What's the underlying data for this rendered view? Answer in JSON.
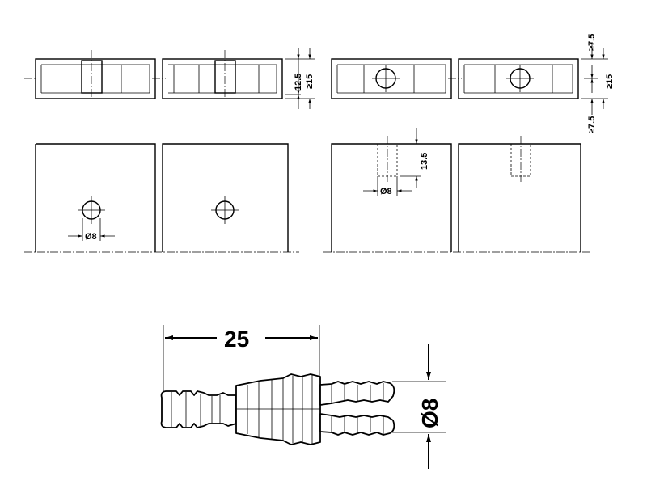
{
  "dimensions": {
    "hole_offset": "12.5",
    "panel_thickness_left": "≥15",
    "panel_thickness_right": "≥15",
    "edge_top": "≥7.5",
    "edge_bottom": "≥7.5",
    "hole_depth": "13.5",
    "hole_dia_face": "Ø8",
    "hole_dia_edge": "Ø8",
    "connector_length": "25",
    "connector_dia": "Ø8"
  }
}
